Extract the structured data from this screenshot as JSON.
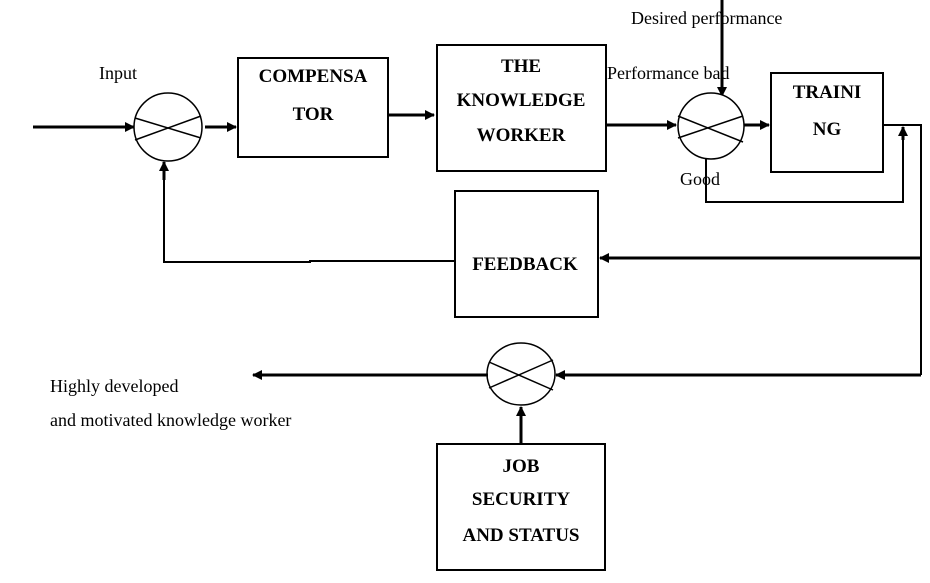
{
  "diagram": {
    "title": "",
    "blocks": {
      "compensator": {
        "lines": [
          "COMPENSA",
          "TOR"
        ]
      },
      "knowledge_worker": {
        "lines": [
          "THE",
          "KNOWLEDGE",
          "WORKER"
        ]
      },
      "training": {
        "lines": [
          "TRAINI",
          "NG"
        ]
      },
      "feedback": {
        "lines": [
          "FEEDBACK"
        ]
      },
      "job_security": {
        "lines": [
          "JOB",
          "SECURITY",
          "AND STATUS"
        ]
      }
    },
    "labels": {
      "input": "Input",
      "desired_performance": "Desired performance",
      "performance_bad": "Performance  bad",
      "good": "Good",
      "output_line1": "Highly developed",
      "output_line2": "and motivated knowledge worker"
    },
    "summing_junctions": [
      "input-junction",
      "performance-comparator",
      "output-junction"
    ]
  }
}
